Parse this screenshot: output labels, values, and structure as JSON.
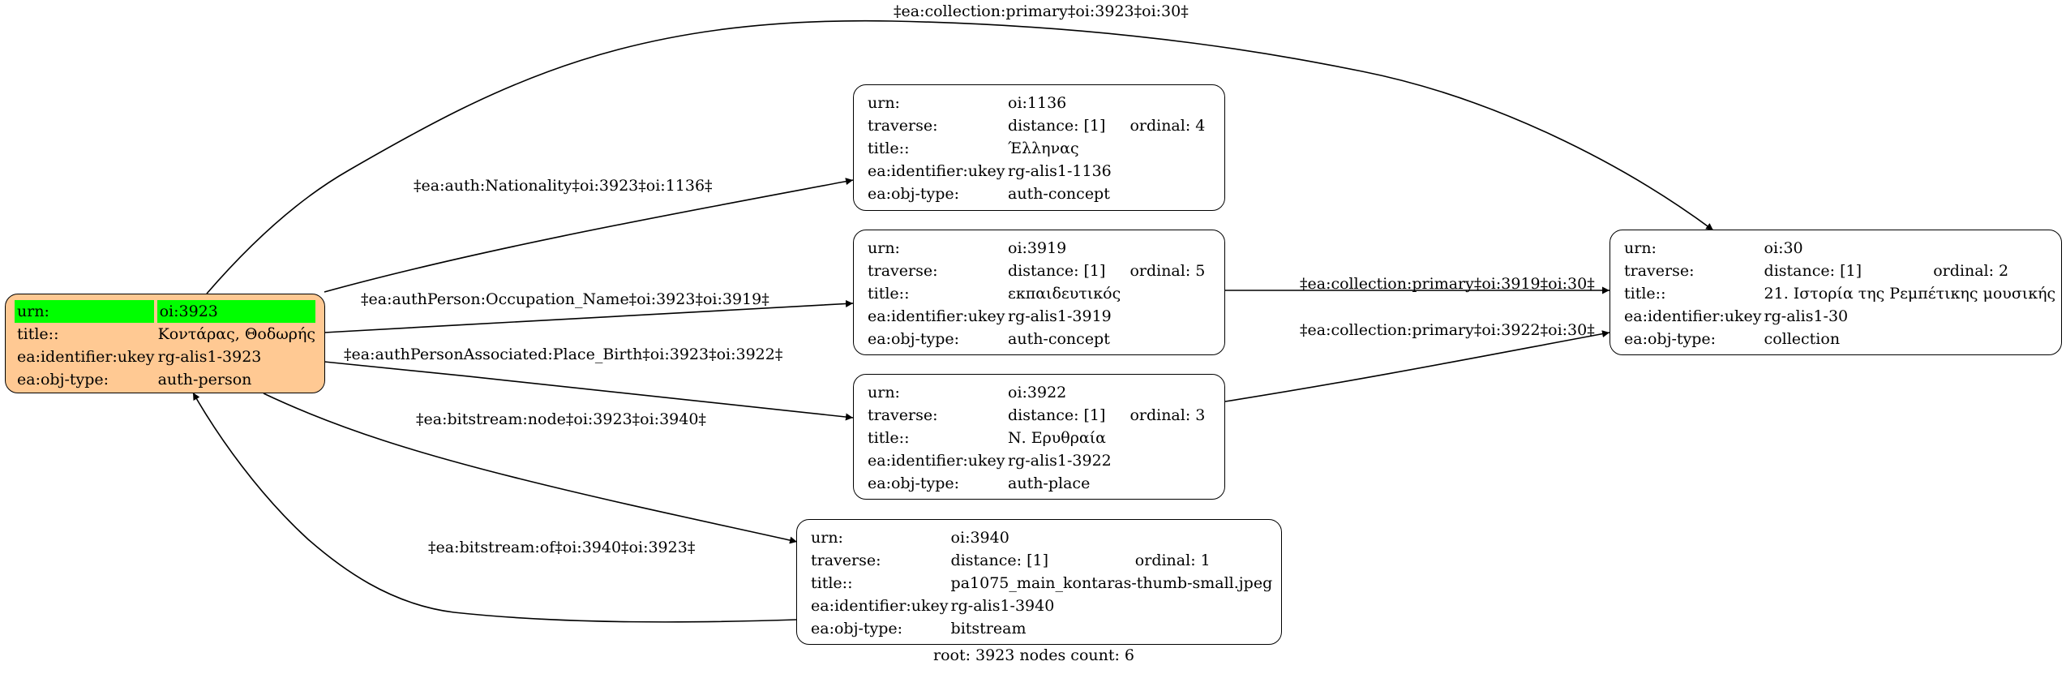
{
  "root": {
    "rows": [
      {
        "key": "urn:",
        "value": "oi:3923"
      },
      {
        "key": "title::",
        "value": "Κοντάρας, Θοδωρής"
      },
      {
        "key": "ea:identifier:ukey",
        "value": "rg-alis1-3923"
      },
      {
        "key": "ea:obj-type:",
        "value": "auth-person"
      }
    ],
    "fill": "#ffc993",
    "highlight": "#00ff00"
  },
  "nodes": {
    "n1136": {
      "urn_label": "urn:",
      "urn": "oi:1136",
      "traverse_label": "traverse:",
      "distance": "distance: [1]",
      "ordinal": "ordinal: 4",
      "title_label": "title::",
      "title": "Έλληνας",
      "ukey_label": "ea:identifier:ukey",
      "ukey": "rg-alis1-1136",
      "type_label": "ea:obj-type:",
      "type": "auth-concept"
    },
    "n3919": {
      "urn_label": "urn:",
      "urn": "oi:3919",
      "traverse_label": "traverse:",
      "distance": "distance: [1]",
      "ordinal": "ordinal: 5",
      "title_label": "title::",
      "title": "εκπαιδευτικός",
      "ukey_label": "ea:identifier:ukey",
      "ukey": "rg-alis1-3919",
      "type_label": "ea:obj-type:",
      "type": "auth-concept"
    },
    "n3922": {
      "urn_label": "urn:",
      "urn": "oi:3922",
      "traverse_label": "traverse:",
      "distance": "distance: [1]",
      "ordinal": "ordinal: 3",
      "title_label": "title::",
      "title": "Ν. Ερυθραία",
      "ukey_label": "ea:identifier:ukey",
      "ukey": "rg-alis1-3922",
      "type_label": "ea:obj-type:",
      "type": "auth-place"
    },
    "n3940": {
      "urn_label": "urn:",
      "urn": "oi:3940",
      "traverse_label": "traverse:",
      "distance": "distance: [1]",
      "ordinal": "ordinal: 1",
      "title_label": "title::",
      "title": "pa1075_main_kontaras-thumb-small.jpeg",
      "ukey_label": "ea:identifier:ukey",
      "ukey": "rg-alis1-3940",
      "type_label": "ea:obj-type:",
      "type": "bitstream"
    },
    "n30": {
      "urn_label": "urn:",
      "urn": "oi:30",
      "traverse_label": "traverse:",
      "distance": "distance: [1]",
      "ordinal": "ordinal: 2",
      "title_label": "title::",
      "title": "21. Ιστορία της Ρεμπέτικης μουσικής",
      "ukey_label": "ea:identifier:ukey",
      "ukey": "rg-alis1-30",
      "type_label": "ea:obj-type:",
      "type": "collection"
    }
  },
  "edges": {
    "root_to_30": "‡ea:collection:primary‡oi:3923‡oi:30‡",
    "root_to_1136": "‡ea:auth:Nationality‡oi:3923‡oi:1136‡",
    "root_to_3919": "‡ea:authPerson:Occupation_Name‡oi:3923‡oi:3919‡",
    "root_to_3922": "‡ea:authPersonAssociated:Place_Birth‡oi:3923‡oi:3922‡",
    "root_to_3940": "‡ea:bitstream:node‡oi:3923‡oi:3940‡",
    "n3940_to_root": "‡ea:bitstream:of‡oi:3940‡oi:3923‡",
    "n3919_to_30": "‡ea:collection:primary‡oi:3919‡oi:30‡",
    "n3922_to_30": "‡ea:collection:primary‡oi:3922‡oi:30‡"
  },
  "caption": "root: 3923 nodes count: 6"
}
